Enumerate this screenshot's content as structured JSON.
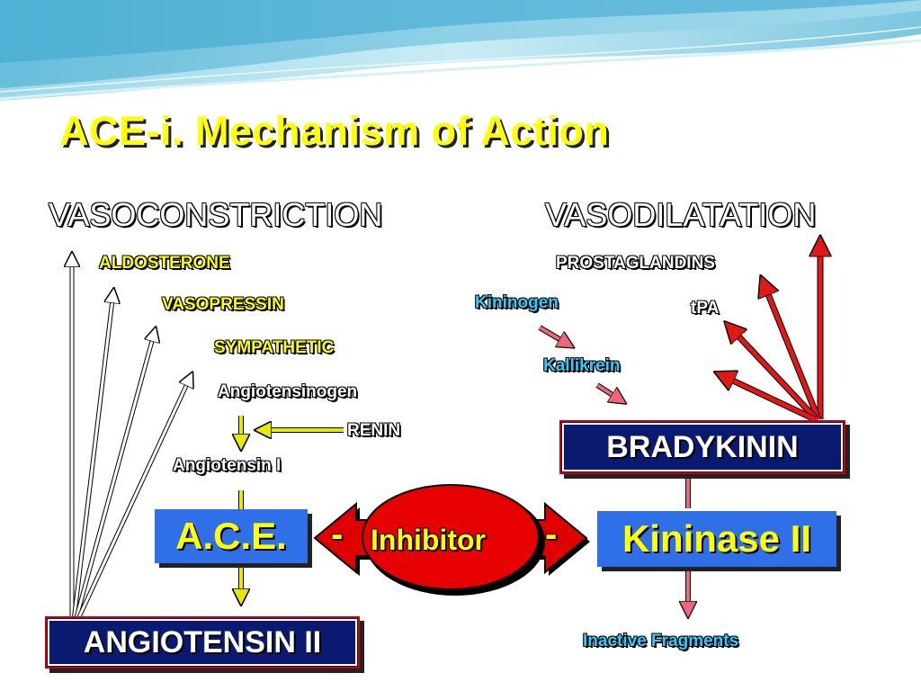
{
  "title": "ACE-i. Mechanism of Action",
  "left": {
    "heading": "VASOCONSTRICTION",
    "aldosterone": "ALDOSTERONE",
    "vasopressin": "VASOPRESSIN",
    "sympathetic": "SYMPATHETIC",
    "angiotensinogen": "Angiotensinogen",
    "renin": "RENIN",
    "angiotensin_i": "Angiotensin I",
    "ace": "A.C.E.",
    "angiotensin_ii": "ANGIOTENSIN II"
  },
  "center": {
    "inhibitor": "Inhibitor",
    "minus_left": "-",
    "minus_right": "-"
  },
  "right": {
    "heading": "VASODILATATION",
    "prostaglandins": "PROSTAGLANDINS",
    "kininogen": "Kininogen",
    "tpa": "tPA",
    "kallikrein": "Kallikrein",
    "bradykinin": "BRADYKININ",
    "kininase": "Kininase II",
    "inactive": "Inactive Fragments"
  },
  "colors": {
    "title_yellow": "#ffff00",
    "arrow_red": "#e01818",
    "arrow_yellow": "#e8e800",
    "box_navy": "#0a1a70",
    "box_blue": "#2f6fe8",
    "inhibitor_red": "#e00000",
    "text_cyan": "#33ccff"
  }
}
